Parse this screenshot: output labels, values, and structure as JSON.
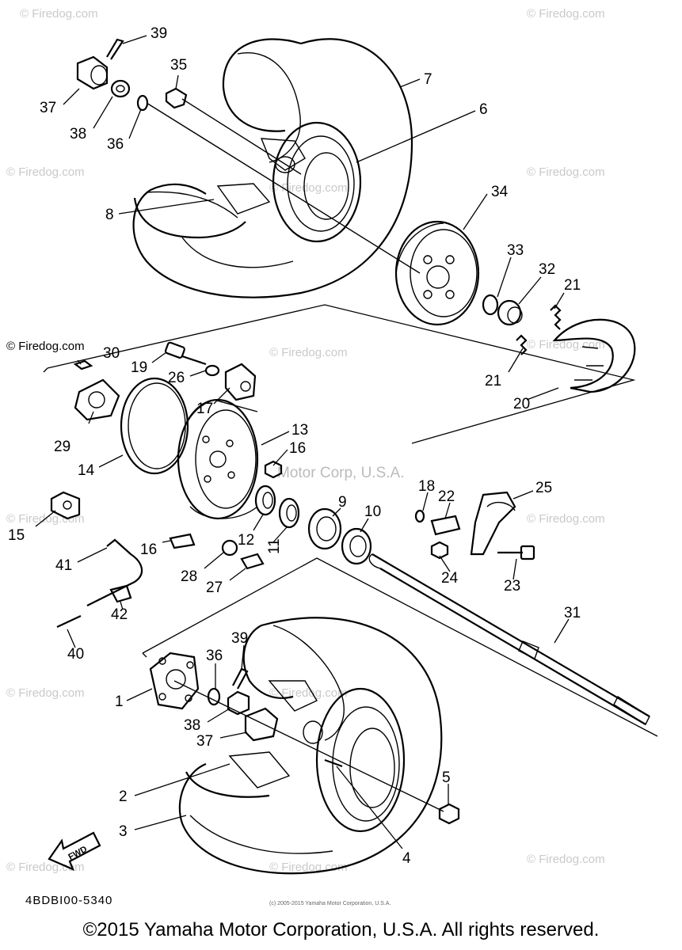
{
  "watermark": "© Firedog.com",
  "watermark_motor": "Motor Corp, U.S.A.",
  "fwd_label": "FWD",
  "diagram_code": "4BDBI00-5340",
  "tiny_notice": "(c) 2005-2015 Yamaha Motor Corporation, U.S.A.",
  "copyright": "©2015 Yamaha Motor Corporation, U.S.A. All rights reserved.",
  "callouts": [
    "39",
    "37",
    "35",
    "7",
    "6",
    "38",
    "36",
    "34",
    "8",
    "33",
    "32",
    "21",
    "30",
    "19",
    "26",
    "21",
    "17",
    "20",
    "29",
    "13",
    "16",
    "14",
    "18",
    "25",
    "22",
    "9",
    "10",
    "15",
    "12",
    "11",
    "16",
    "41",
    "28",
    "24",
    "27",
    "23",
    "31",
    "42",
    "40",
    "39",
    "36",
    "1",
    "38",
    "37",
    "5",
    "2",
    "3",
    "4"
  ]
}
